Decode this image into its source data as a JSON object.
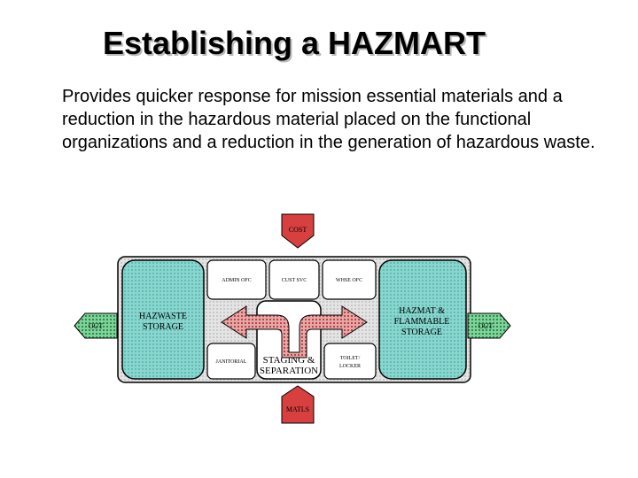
{
  "slide": {
    "title": "Establishing a HAZMART",
    "body": "Provides quicker response for mission essential materials and a reduction in the hazardous material placed on the functional organizations and a reduction in the generation of hazardous waste."
  },
  "diagram": {
    "cost_label": "COST",
    "matls_label": "MATLS",
    "out_left_label": "OUT",
    "out_right_label": "OUT",
    "hazwaste_line1": "HAZWASTE",
    "hazwaste_line2": "STORAGE",
    "hazmat_line1": "HAZMAT &",
    "hazmat_line2": "FLAMMABLE",
    "hazmat_line3": "STORAGE",
    "room_top_left": "ADMIN OFC",
    "room_top_mid": "CUST SVC",
    "room_top_right": "WHSE OFC",
    "room_bottom_left": "JANITORIAL",
    "staging_line1": "STAGING &",
    "staging_line2": "SEPARATION",
    "toilet_line1": "TOILET/",
    "toilet_line2": "LOCKER"
  },
  "colors": {
    "storage_fill": "#7fcfc9",
    "arrow_fill": "#c75a5a",
    "box_stroke": "#000000",
    "tag_fill": "#dd2222",
    "out_arrow_fill": "#33a659"
  }
}
